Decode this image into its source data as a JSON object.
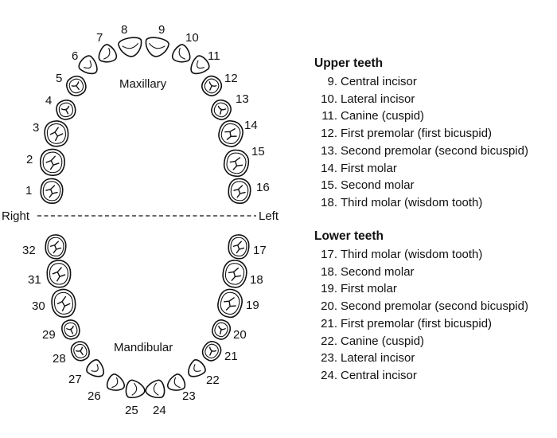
{
  "diagram": {
    "maxillary_label": "Maxillary",
    "mandibular_label": "Mandibular",
    "right_label": "Right",
    "left_label": "Left",
    "tooth_numbers": {
      "t1": "1",
      "t2": "2",
      "t3": "3",
      "t4": "4",
      "t5": "5",
      "t6": "6",
      "t7": "7",
      "t8": "8",
      "t9": "9",
      "t10": "10",
      "t11": "11",
      "t12": "12",
      "t13": "13",
      "t14": "14",
      "t15": "15",
      "t16": "16",
      "t17": "17",
      "t18": "18",
      "t19": "19",
      "t20": "20",
      "t21": "21",
      "t22": "22",
      "t23": "23",
      "t24": "24",
      "t25": "25",
      "t26": "26",
      "t27": "27",
      "t28": "28",
      "t29": "29",
      "t30": "30",
      "t31": "31",
      "t32": "32"
    }
  },
  "legend": {
    "upper": {
      "title": "Upper teeth",
      "items": [
        {
          "num": "9.",
          "name": "Central incisor"
        },
        {
          "num": "10.",
          "name": "Lateral incisor"
        },
        {
          "num": "11.",
          "name": "Canine (cuspid)"
        },
        {
          "num": "12.",
          "name": "First premolar (first bicuspid)"
        },
        {
          "num": "13.",
          "name": "Second premolar (second bicuspid)"
        },
        {
          "num": "14.",
          "name": "First molar"
        },
        {
          "num": "15.",
          "name": "Second molar"
        },
        {
          "num": "18.",
          "name": "Third molar (wisdom tooth)"
        }
      ]
    },
    "lower": {
      "title": "Lower teeth",
      "items": [
        {
          "num": "17.",
          "name": "Third molar (wisdom tooth)"
        },
        {
          "num": "18.",
          "name": "Second molar"
        },
        {
          "num": "19.",
          "name": "First molar"
        },
        {
          "num": "20.",
          "name": "Second premolar (second bicuspid)"
        },
        {
          "num": "21.",
          "name": "First premolar (first bicuspid)"
        },
        {
          "num": "22.",
          "name": "Canine (cuspid)"
        },
        {
          "num": "23.",
          "name": "Lateral incisor"
        },
        {
          "num": "24.",
          "name": "Central incisor"
        }
      ]
    }
  }
}
